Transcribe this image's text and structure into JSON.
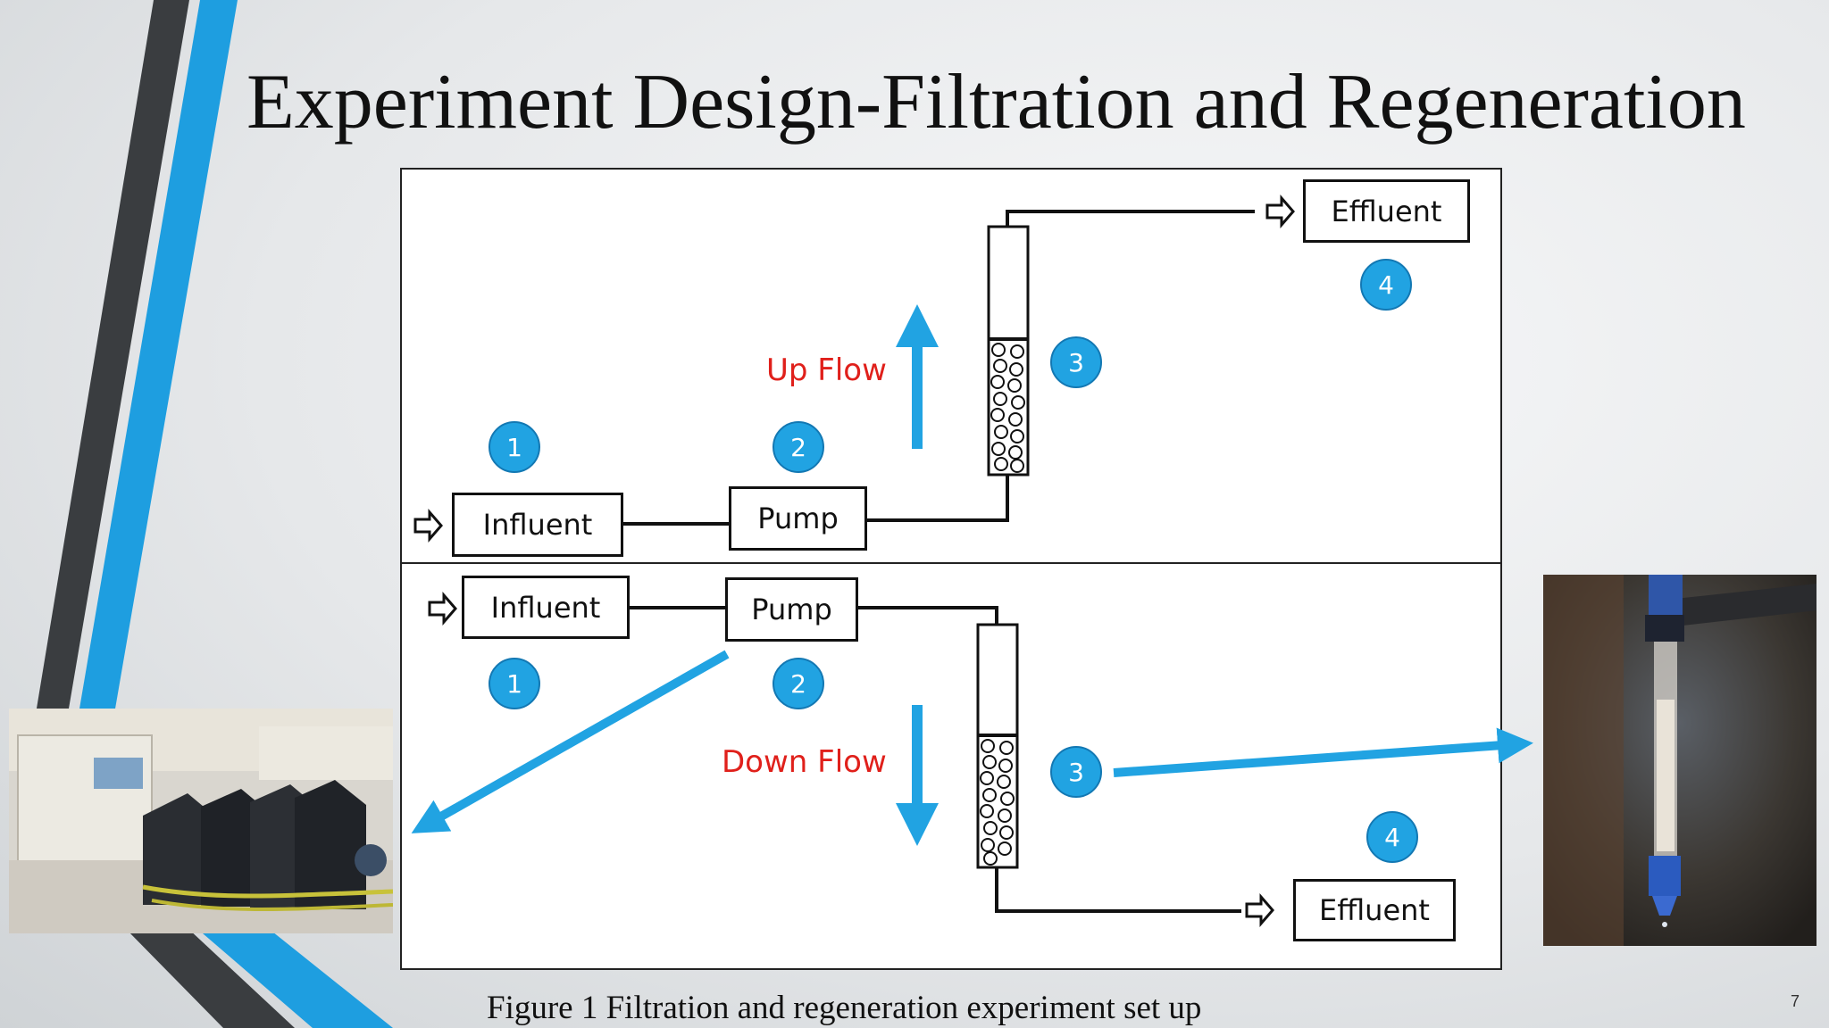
{
  "slide": {
    "title": "Experiment Design-Filtration and Regeneration",
    "caption": "Figure 1 Filtration and regeneration experiment set up",
    "page_number": "7"
  },
  "diagram": {
    "upflow": {
      "influent": "Influent",
      "pump": "Pump",
      "effluent": "Effluent",
      "flow_label": "Up Flow",
      "badges": [
        "1",
        "2",
        "3",
        "4"
      ]
    },
    "downflow": {
      "influent": "Influent",
      "pump": "Pump",
      "effluent": "Effluent",
      "flow_label": "Down Flow",
      "badges": [
        "1",
        "2",
        "3",
        "4"
      ]
    }
  },
  "colors": {
    "accent_blue": "#21a3e2",
    "flow_red": "#e0201b",
    "deco_dark": "#3a3d40"
  },
  "photos": {
    "left": "peristaltic-pump-photo",
    "right": "filter-column-photo"
  }
}
